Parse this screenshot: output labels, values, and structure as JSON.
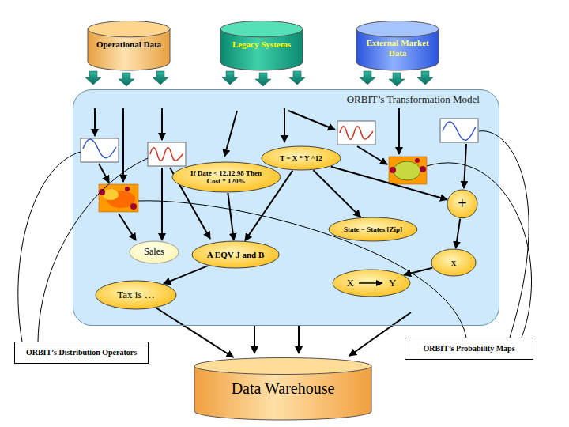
{
  "diagram": {
    "nodes": [
      {
        "text": [
          "Operational Data"
        ]
      },
      {
        "text": [
          "Legacy Systems"
        ]
      },
      {
        "text": [
          "External Market Data"
        ]
      },
      {
        "text": [
          "ORBIT’s Transformation Model"
        ]
      },
      {
        "text": [
          "If Date < 12.12.98 Then Cost * 120%"
        ],
        "in": 3
      },
      {
        "text": [
          "T = X * Y ^12"
        ],
        "in": 3
      },
      {
        "text": [
          "Sales"
        ],
        "in": 3
      },
      {
        "text": [
          "A EQV J and B"
        ],
        "in": 3
      },
      {
        "text": [
          "State = States [Zip]"
        ],
        "in": 3
      },
      {
        "text": [
          "+"
        ],
        "in": 3
      },
      {
        "text": [
          "x"
        ],
        "in": 3
      },
      {
        "text": [
          "Tax is …"
        ],
        "in": 3
      },
      {
        "text": [
          "X",
          "Y"
        ],
        "in": 3
      },
      {
        "text": [
          "Data Warehouse"
        ]
      },
      {
        "text": [
          "ORBIT’s Distribution Operators"
        ]
      },
      {
        "text": [
          "ORBIT’s Probability Maps"
        ]
      }
    ],
    "edges": [
      {
        "from": 5,
        "to": 7,
        "arrow": "to"
      },
      {
        "from": 5,
        "to": 8,
        "arrow": "to"
      },
      {
        "from": 5,
        "to": 9,
        "arrow": "to"
      },
      {
        "from": 4,
        "to": 7,
        "arrow": "to"
      },
      {
        "from": 9,
        "to": 10,
        "arrow": "to"
      },
      {
        "from": 10,
        "to": 12,
        "arrow": "to"
      },
      {
        "from": 7,
        "to": 11,
        "arrow": "to"
      },
      {
        "from": 11,
        "to": 13,
        "arrow": "to"
      }
    ]
  }
}
